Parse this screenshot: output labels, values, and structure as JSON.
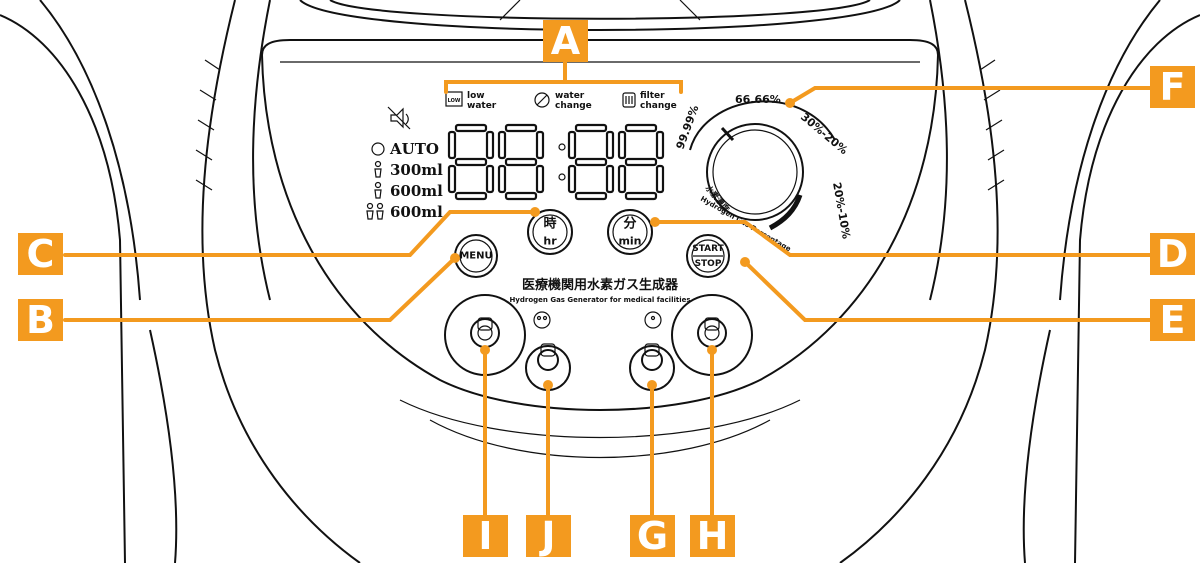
{
  "callouts": {
    "A": "A",
    "B": "B",
    "C": "C",
    "D": "D",
    "E": "E",
    "F": "F",
    "G": "G",
    "H": "H",
    "I": "I",
    "J": "J"
  },
  "indicators": {
    "low_water": "low\nwater",
    "low_water_l1": "low",
    "low_water_l2": "water",
    "low_icon_text": "LOW",
    "water_change_l1": "water",
    "water_change_l2": "change",
    "filter_change_l1": "filter",
    "filter_change_l2": "change"
  },
  "modes": {
    "auto": "AUTO",
    "ml300": "300ml",
    "ml600": "600ml",
    "ml600_double": "600ml"
  },
  "buttons": {
    "menu": "MENU",
    "hour_kanji": "時",
    "hour": "hr",
    "minute_kanji": "分",
    "minute": "min",
    "start": "START",
    "stop": "STOP"
  },
  "dial": {
    "p9999": "99.99%",
    "p6666": "66.66%",
    "p3020": "30%-20%",
    "p2010": "20%-10%",
    "kanji": "水素濃度",
    "english": "Hydrogen Gas Percentage"
  },
  "product": {
    "title_jp": "医療機関用水素ガス生成器",
    "title_en": "Hydrogen Gas Generator for medical facilities"
  },
  "colors": {
    "accent": "#f39a1f",
    "line": "#111111"
  },
  "icons": [
    "mute-icon",
    "auto-icon",
    "single-person-icon",
    "double-person-icon",
    "water-change-icon",
    "filter-icon"
  ]
}
